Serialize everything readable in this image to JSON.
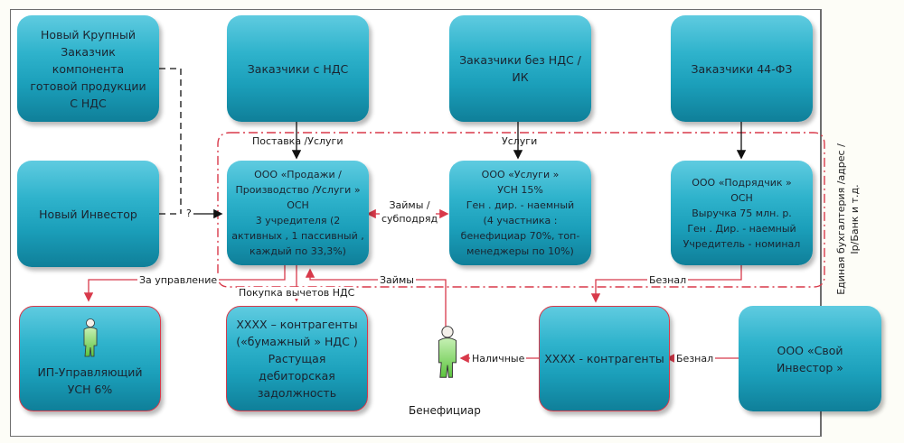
{
  "colors": {
    "box_top": "#5fcbe0",
    "box_bottom": "#0f7f99",
    "risk_border": "#d8394a",
    "money_flow": "#d8394a",
    "contract_flow": "#111111",
    "group_boundary": "#d8394a",
    "person_fill": "#7fd66a"
  },
  "boxes": {
    "new_big_customer": [
      "Новый Крупный",
      "Заказчик",
      "компонента",
      "готовой продукции",
      "С НДС"
    ],
    "customers_vat": [
      "Заказчики с НДС"
    ],
    "customers_no_vat": [
      "Заказчики без НДС  /",
      "ИК"
    ],
    "customers_44fz": [
      "Заказчики  44-ФЗ"
    ],
    "new_investor": [
      "Новый Инвестор"
    ],
    "llc_sales": [
      "ООО «Продажи /",
      "Производство /Услуги »",
      "ОСН",
      "3 учредителя  (2",
      "активных , 1 пассивный ,",
      "каждый по  33,3%)"
    ],
    "llc_services": [
      "ООО «Услуги »",
      "УСН 15%",
      "Ген . дир. - наемный",
      "(4 участника :",
      "бенефициар  70%, топ-",
      "менеджеры по   10%)"
    ],
    "llc_contractor": [
      "ООО «Подрядчик »",
      "ОСН",
      "Выручка  75 млн. р.",
      "Ген . Дир. - наемный",
      "Учредитель  - номинал"
    ],
    "ip_manager": [
      "ИП-Управляющий",
      "УСН  6%"
    ],
    "paper_vat": [
      "ХХХХ – контрагенты",
      "(«бумажный » НДС )",
      "Растущая",
      "дебиторская",
      "задолжность"
    ],
    "counterparties": [
      "ХХХХ  - контрагенты"
    ],
    "own_investor": [
      "ООО  «Свой",
      "Инвестор »"
    ]
  },
  "labels": {
    "supply_services": "Поставка /Услуги",
    "services": "Услуги",
    "loans_subcontract": [
      "Займы /",
      "субподряд"
    ],
    "question": "?",
    "for_management": "За управление",
    "vat_deductions": "Покупка вычетов НДС",
    "loans": "Займы",
    "cashless_1": "Безнал",
    "cash": "Наличные",
    "cashless_2": "Безнал"
  },
  "group_note": [
    "Единая бухгалтерия  /адрес /",
    "Ip/Банк и т.д."
  ],
  "beneficiary": {
    "caption": "Бенефициар",
    "icon": "person-icon"
  },
  "ip_manager_icon": "person-icon"
}
